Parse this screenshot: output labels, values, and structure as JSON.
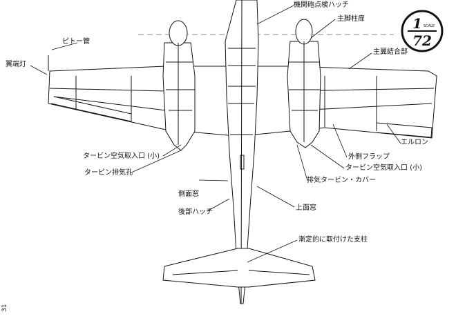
{
  "labels": {
    "hatch_gun": "機関砲点検ハッチ",
    "main_gear_door": "主脚柱扉",
    "pitot": "ピトー管",
    "wingtip_light": "翼端灯",
    "main_wing_joint": "主翼結合部",
    "aileron": "エルロン",
    "outer_flap": "外側フラップ",
    "turbine_intake_left": "タービン空気取入口 (小)",
    "turbine_exhaust": "タービン排気孔",
    "turbine_intake_right": "タービン空気取入口 (小)",
    "exhaust_cover": "排気タービン・カバー",
    "side_window": "側面窓",
    "rear_hatch": "後部ハッチ",
    "top_window": "上面窓",
    "fixed_strut": "漸定的に取付けた支柱"
  },
  "scale": {
    "numerator": "1",
    "small": "SCALE",
    "denominator": "72"
  },
  "page_number": "31",
  "colors": {
    "ink": "#111111",
    "paper": "#ffffff",
    "dash": "#888888"
  }
}
